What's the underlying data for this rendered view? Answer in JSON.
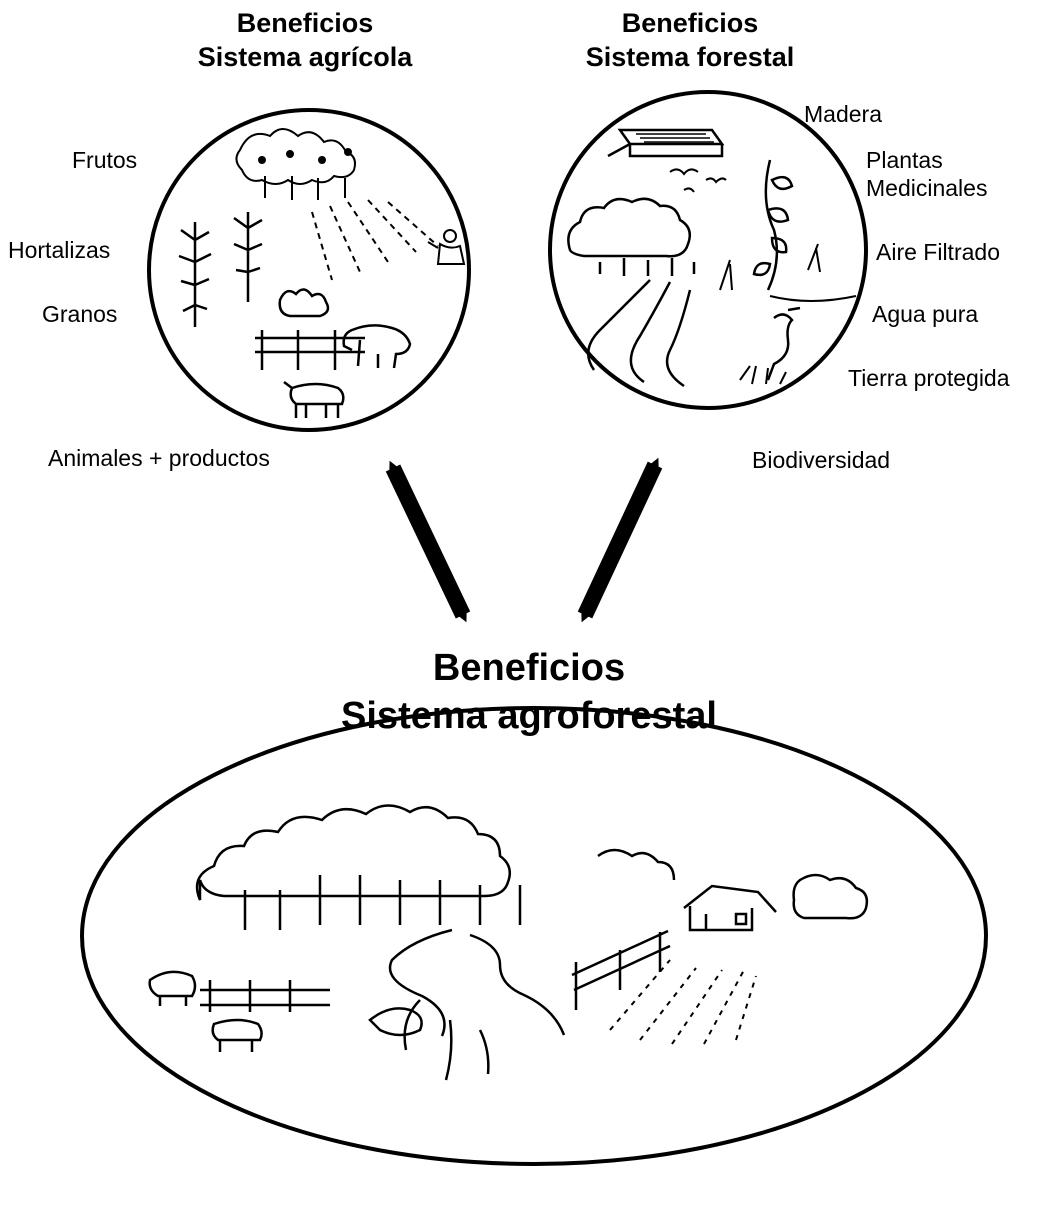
{
  "agricola": {
    "title_line1": "Beneficios",
    "title_line2": "Sistema agrícola",
    "labels": {
      "frutos": "Frutos",
      "hortalizas": "Hortalizas",
      "granos": "Granos",
      "animales": "Animales + productos"
    }
  },
  "forestal": {
    "title_line1": "Beneficios",
    "title_line2": "Sistema forestal",
    "labels": {
      "madera": "Madera",
      "plantas_1": "Plantas",
      "plantas_2": "Medicinales",
      "aire": "Aire Filtrado",
      "agua": "Agua pura",
      "tierra": "Tierra protegida",
      "biodiversidad": "Biodiversidad"
    }
  },
  "agroforestal": {
    "title_line1": "Beneficios",
    "title_line2": "Sistema agroforestal"
  },
  "colors": {
    "ink": "#000000",
    "paper": "#ffffff"
  }
}
